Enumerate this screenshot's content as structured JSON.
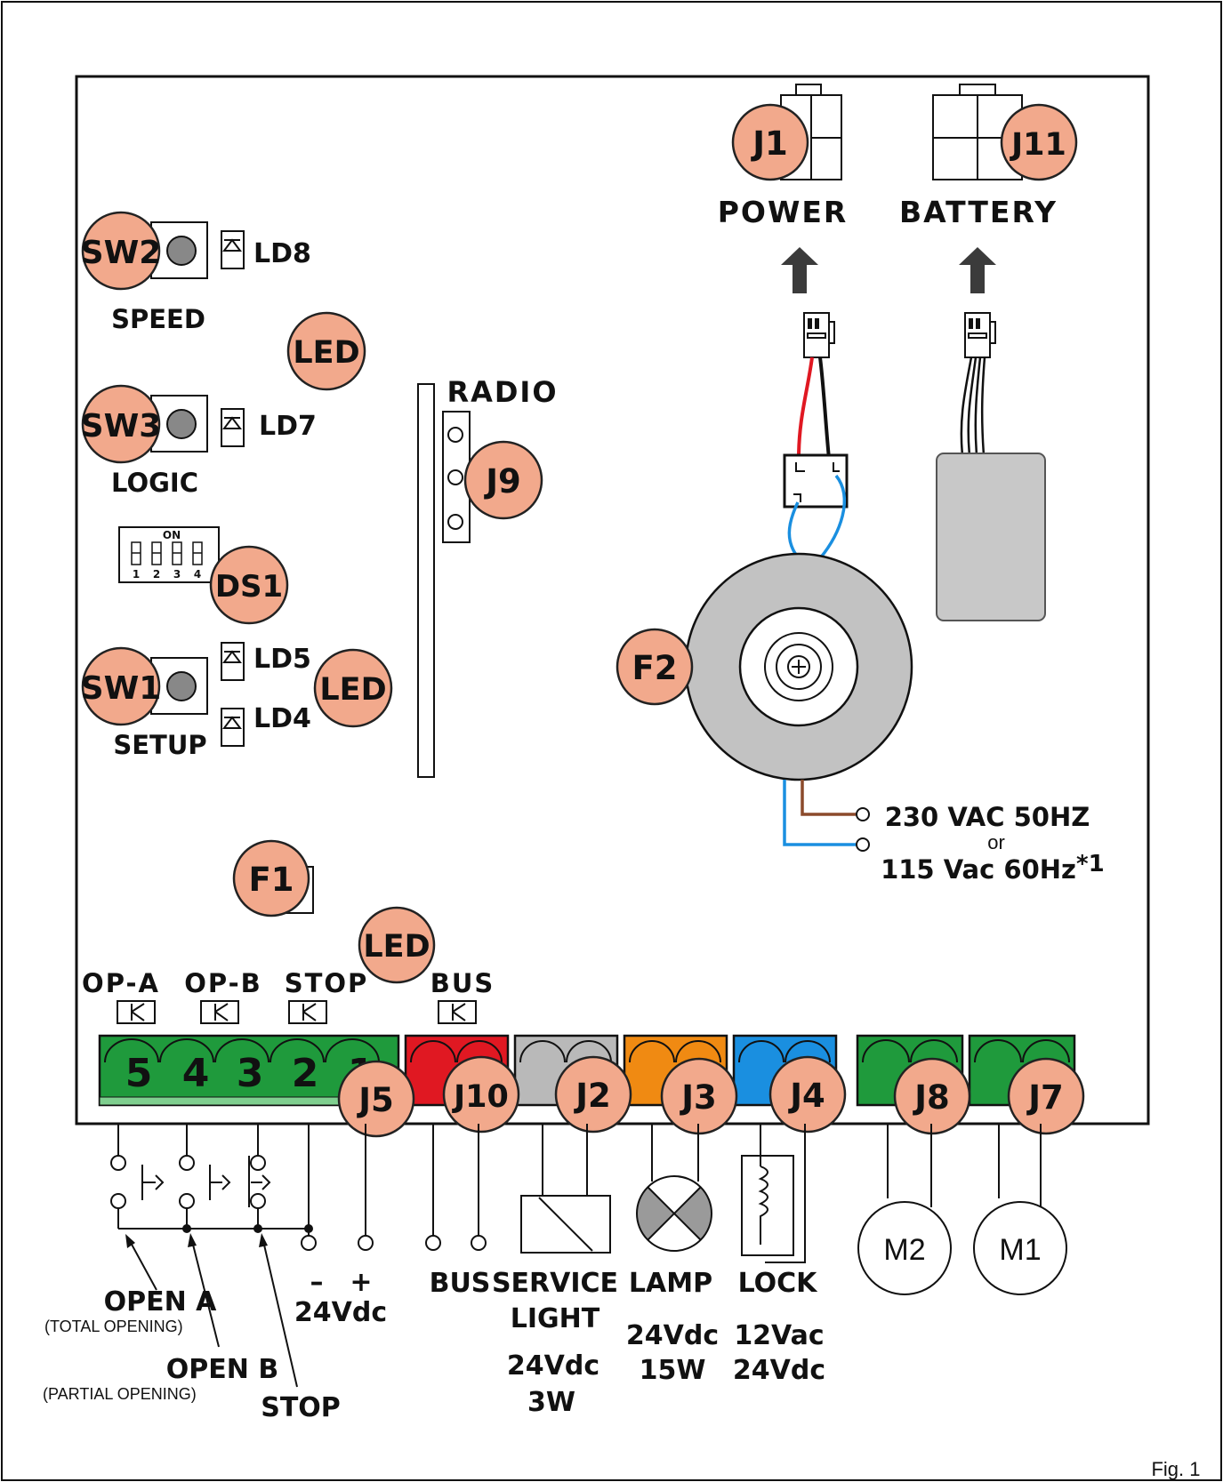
{
  "badges": {
    "j1": "J1",
    "j11": "J11",
    "sw2": "SW2",
    "sw3": "SW3",
    "sw1": "SW1",
    "ds1": "DS1",
    "led_top": "LED",
    "led_mid": "LED",
    "led_bottom": "LED",
    "j9": "J9",
    "f2": "F2",
    "f1": "F1",
    "j5": "J5",
    "j10": "J10",
    "j2": "J2",
    "j3": "J3",
    "j4": "J4",
    "j8": "J8",
    "j7": "J7"
  },
  "labels": {
    "power": "POWER",
    "battery": "BATTERY",
    "ld8": "LD8",
    "ld7": "LD7",
    "ld5": "LD5",
    "ld4": "LD4",
    "speed": "SPEED",
    "logic": "LOGIC",
    "setup": "SETUP",
    "radio": "RADIO",
    "dip_on": "ON",
    "dip_1": "1",
    "dip_2": "2",
    "dip_3": "3",
    "dip_4": "4",
    "voltage_main": "230 VAC 50HZ",
    "voltage_or": "or",
    "voltage_alt": "115 Vac 60Hz",
    "voltage_note": "*1",
    "op_a": "OP-A",
    "op_b": "OP-B",
    "stop": "STOP",
    "bus": "BUS"
  },
  "terminals": {
    "t5": "5",
    "t4": "4",
    "t3": "3",
    "t2": "2",
    "t1": "1"
  },
  "connector_colors": {
    "j5": "#1f9a3c",
    "j10": "#e01822",
    "j2": "#b9b9b9",
    "j3": "#f08a12",
    "j4": "#1a8fe0",
    "j8": "#1f9a3c",
    "j7": "#1f9a3c"
  },
  "bottom": {
    "open_a": "OPEN A",
    "open_a_sub": "(TOTAL OPENING)",
    "open_b": "OPEN B",
    "open_b_sub": "(PARTIAL OPENING)",
    "stop": "STOP",
    "minus": "–",
    "plus": "+",
    "dc24": "24Vdc",
    "bus": "BUS",
    "service": "SERVICE",
    "light": "LIGHT",
    "service_v": "24Vdc",
    "service_w": "3W",
    "lamp": "LAMP",
    "lamp_v": "24Vdc",
    "lamp_w": "15W",
    "lock": "LOCK",
    "lock_v1": "12Vac",
    "lock_v2": "24Vdc",
    "m2": "M2",
    "m1": "M1"
  },
  "figure_label": "Fig. 1"
}
